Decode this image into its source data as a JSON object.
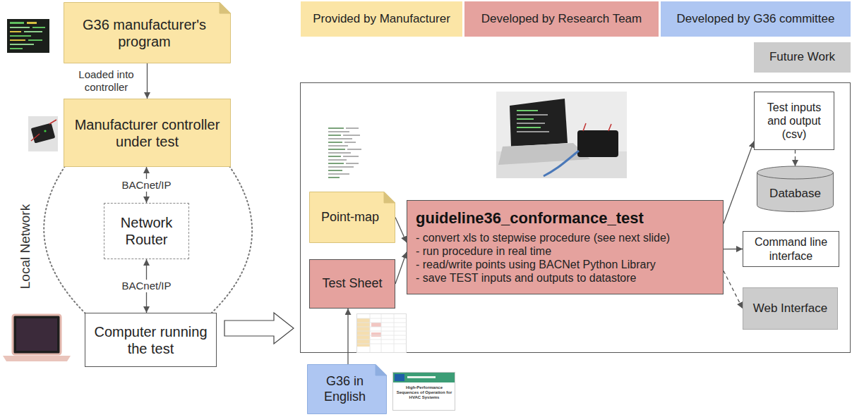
{
  "diagram": {
    "nodes": [
      {
        "text": [
          "G36 manufacturer's program"
        ]
      },
      {
        "text": [
          "Manufacturer controller under test"
        ]
      },
      {
        "text": [
          "Network Router"
        ]
      },
      {
        "text": [
          "Computer running the test"
        ]
      },
      {
        "text": [
          "Point-map"
        ]
      },
      {
        "text": [
          "Test Sheet"
        ]
      },
      {
        "text": [
          "guideline36_conformance_test",
          "- convert xls to stepwise procedure (see next slide)",
          "- run procedure in real time",
          "- read/write points using BACNet Python Library",
          "- save TEST inputs and outputs to datastore"
        ]
      },
      {
        "text": [
          "Test inputs and output (csv)"
        ]
      },
      {
        "text": [
          "Database"
        ]
      },
      {
        "text": [
          "Command line interface"
        ]
      },
      {
        "text": [
          "Web Interface"
        ]
      },
      {
        "text": [
          "G36 in English"
        ]
      }
    ],
    "edges": [
      {
        "from": 0,
        "to": 1,
        "label": "Loaded into controller",
        "arrow": "to"
      },
      {
        "from": 1,
        "to": 2,
        "label": "BACnet/IP",
        "arrow": "both"
      },
      {
        "from": 2,
        "to": 3,
        "label": "BACnet/IP",
        "arrow": "both"
      },
      {
        "from": 4,
        "to": 6,
        "arrow": "to"
      },
      {
        "from": 5,
        "to": 6,
        "arrow": "to"
      },
      {
        "from": 11,
        "to": 5,
        "arrow": "to"
      },
      {
        "from": 6,
        "to": 7,
        "arrow": "to"
      },
      {
        "from": 7,
        "to": 8,
        "arrow": "to"
      },
      {
        "from": 6,
        "to": 9,
        "arrow": "to"
      },
      {
        "from": 6,
        "to": 10,
        "arrow": "to"
      }
    ],
    "labels": [
      "Local Network",
      "High-Performance Sequences of Operation for HVAC Systems"
    ],
    "legend": [
      {
        "text": "Provided by Manufacturer",
        "color": "#fbe5a6"
      },
      {
        "text": "Developed by Research Team",
        "color": "#e5a29e"
      },
      {
        "text": "Developed by G36 committee",
        "color": "#aec6f2"
      },
      {
        "text": "Future Work",
        "color": "#cccccc"
      }
    ]
  }
}
